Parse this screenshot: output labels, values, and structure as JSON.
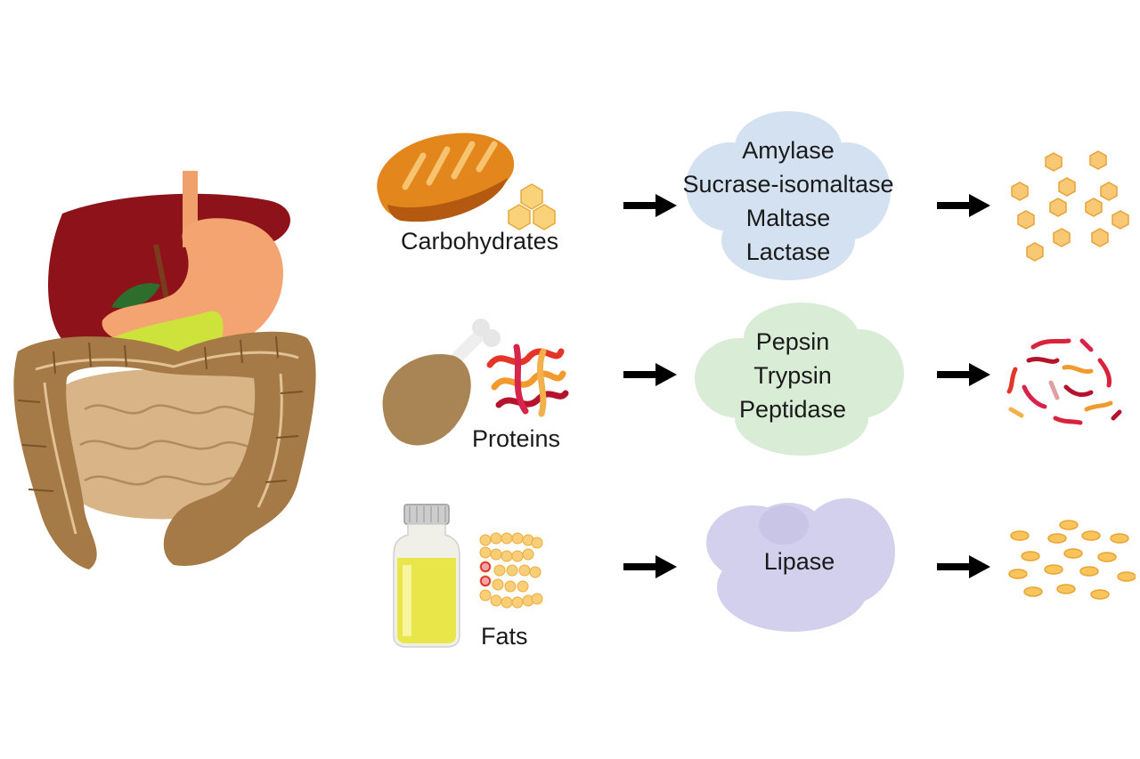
{
  "rows": [
    {
      "nutrient": "Carbohydrates",
      "food_icon": "bread-icon",
      "molecule_icon": "hexagon-sugar-icon",
      "enzymes": [
        "Amylase",
        "Sucrase-isomaltase",
        "Maltase",
        "Lactase"
      ],
      "cloud_color": "#d3e1f0",
      "product_icon": "monosaccharide-hexagons-icon",
      "product_color": "#f9c874"
    },
    {
      "nutrient": "Proteins",
      "food_icon": "chicken-leg-icon",
      "molecule_icon": "protein-ribbon-icon",
      "enzymes": [
        "Pepsin",
        "Trypsin",
        "Peptidase"
      ],
      "cloud_color": "#d9ecd6",
      "product_icon": "amino-acid-fragments-icon",
      "product_color": "#d9223b"
    },
    {
      "nutrient": "Fats",
      "food_icon": "oil-bottle-icon",
      "molecule_icon": "lipid-chain-icon",
      "enzymes": [
        "Lipase"
      ],
      "cloud_color": "#d2d0ec",
      "product_icon": "fatty-acid-droplets-icon",
      "product_color": "#f9c45c"
    }
  ],
  "organs_icon": "digestive-system-icon"
}
